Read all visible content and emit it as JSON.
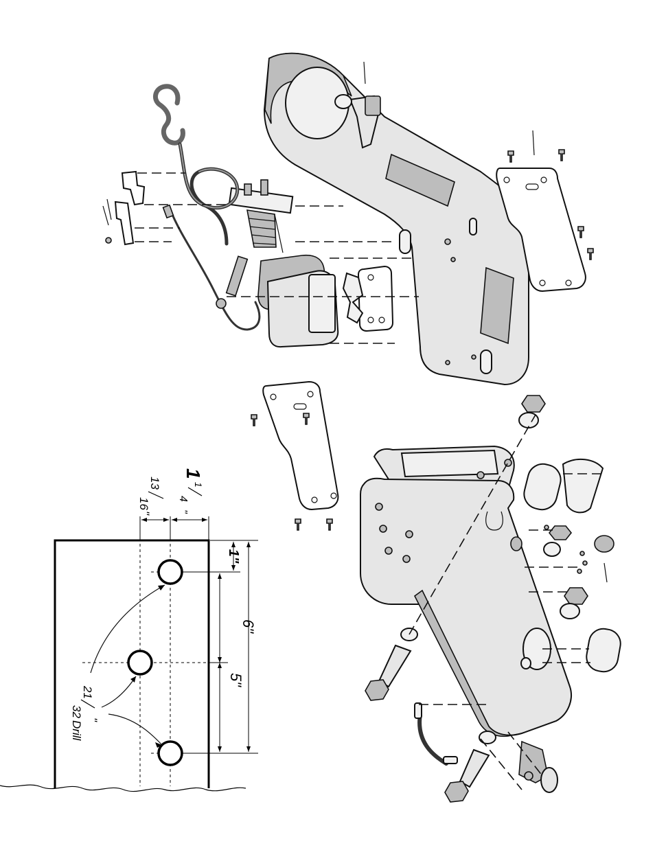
{
  "template": {
    "dimensions": {
      "offset_top": "1\"",
      "offset_13_16": {
        "num": "13",
        "den": "16",
        "unit": "\""
      },
      "offset_1_1_4": {
        "whole": "1",
        "num": "1",
        "den": "4",
        "unit": "\""
      },
      "spacing_5": "5\"",
      "spacing_6": "6\"",
      "drill": {
        "num": "21",
        "den": "32",
        "unit": "\"",
        "label": "Drill"
      }
    },
    "hole_count": 3
  },
  "colors": {
    "line": "#111111",
    "part_fill": "#e6e6e6",
    "part_shade": "#bdbdbd",
    "background": "#ffffff"
  }
}
